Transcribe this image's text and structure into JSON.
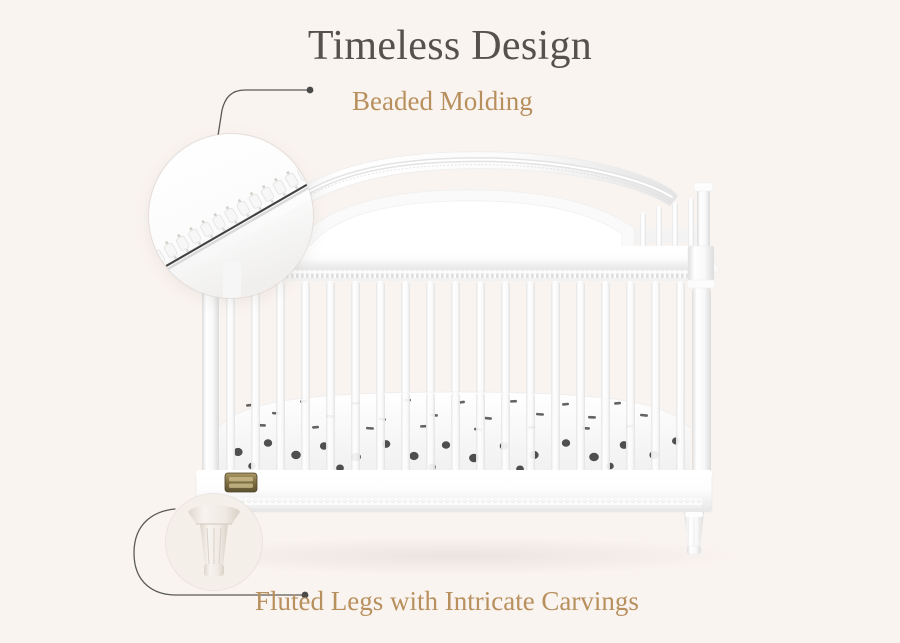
{
  "page": {
    "title": "Timeless Design",
    "background_color": "#faf4f1"
  },
  "headline": {
    "text": "Timeless Design",
    "color": "#55514e"
  },
  "callouts": [
    {
      "id": "beaded-molding",
      "label": "Beaded Molding",
      "color": "#b8905d",
      "detail": "magnified view of beaded molding trim along the arched headboard",
      "leader": "horizontal line from left with elbow curving down to the magnifier circle, dot terminus at right"
    },
    {
      "id": "fluted-legs",
      "label": "Fluted Legs with Intricate Carvings",
      "color": "#b8905d",
      "detail": "magnified view of a turned fluted crib leg",
      "leader": "line from the magnifier circle curving down and right to a dot terminus"
    }
  ],
  "product": {
    "name": "convertible crib",
    "finish_color": "#ffffff",
    "parts": [
      {
        "name": "arched-headboard",
        "detail": "curved top rail with beaded molding"
      },
      {
        "name": "headboard-panel",
        "detail": "inset recessed panel"
      },
      {
        "name": "spindles",
        "count": 19,
        "detail": "vertical round slats"
      },
      {
        "name": "top-rail",
        "detail": "front rail with beaded dentil trim"
      },
      {
        "name": "corner-posts",
        "count": 2,
        "detail": "turned corner posts"
      },
      {
        "name": "base-rail",
        "detail": "lower front rail with beaded trim"
      },
      {
        "name": "legs",
        "count": 2,
        "detail": "fluted tapered legs"
      }
    ],
    "mattress": {
      "name": "fitted crib sheet",
      "pattern": "black dots and dashes on white"
    },
    "plaque": {
      "name": "brand-plaque",
      "color": "#8d7b4e"
    }
  },
  "icons": {
    "leader_dot": "leader-dot-icon",
    "magnifier": "magnifier-bubble-icon"
  }
}
